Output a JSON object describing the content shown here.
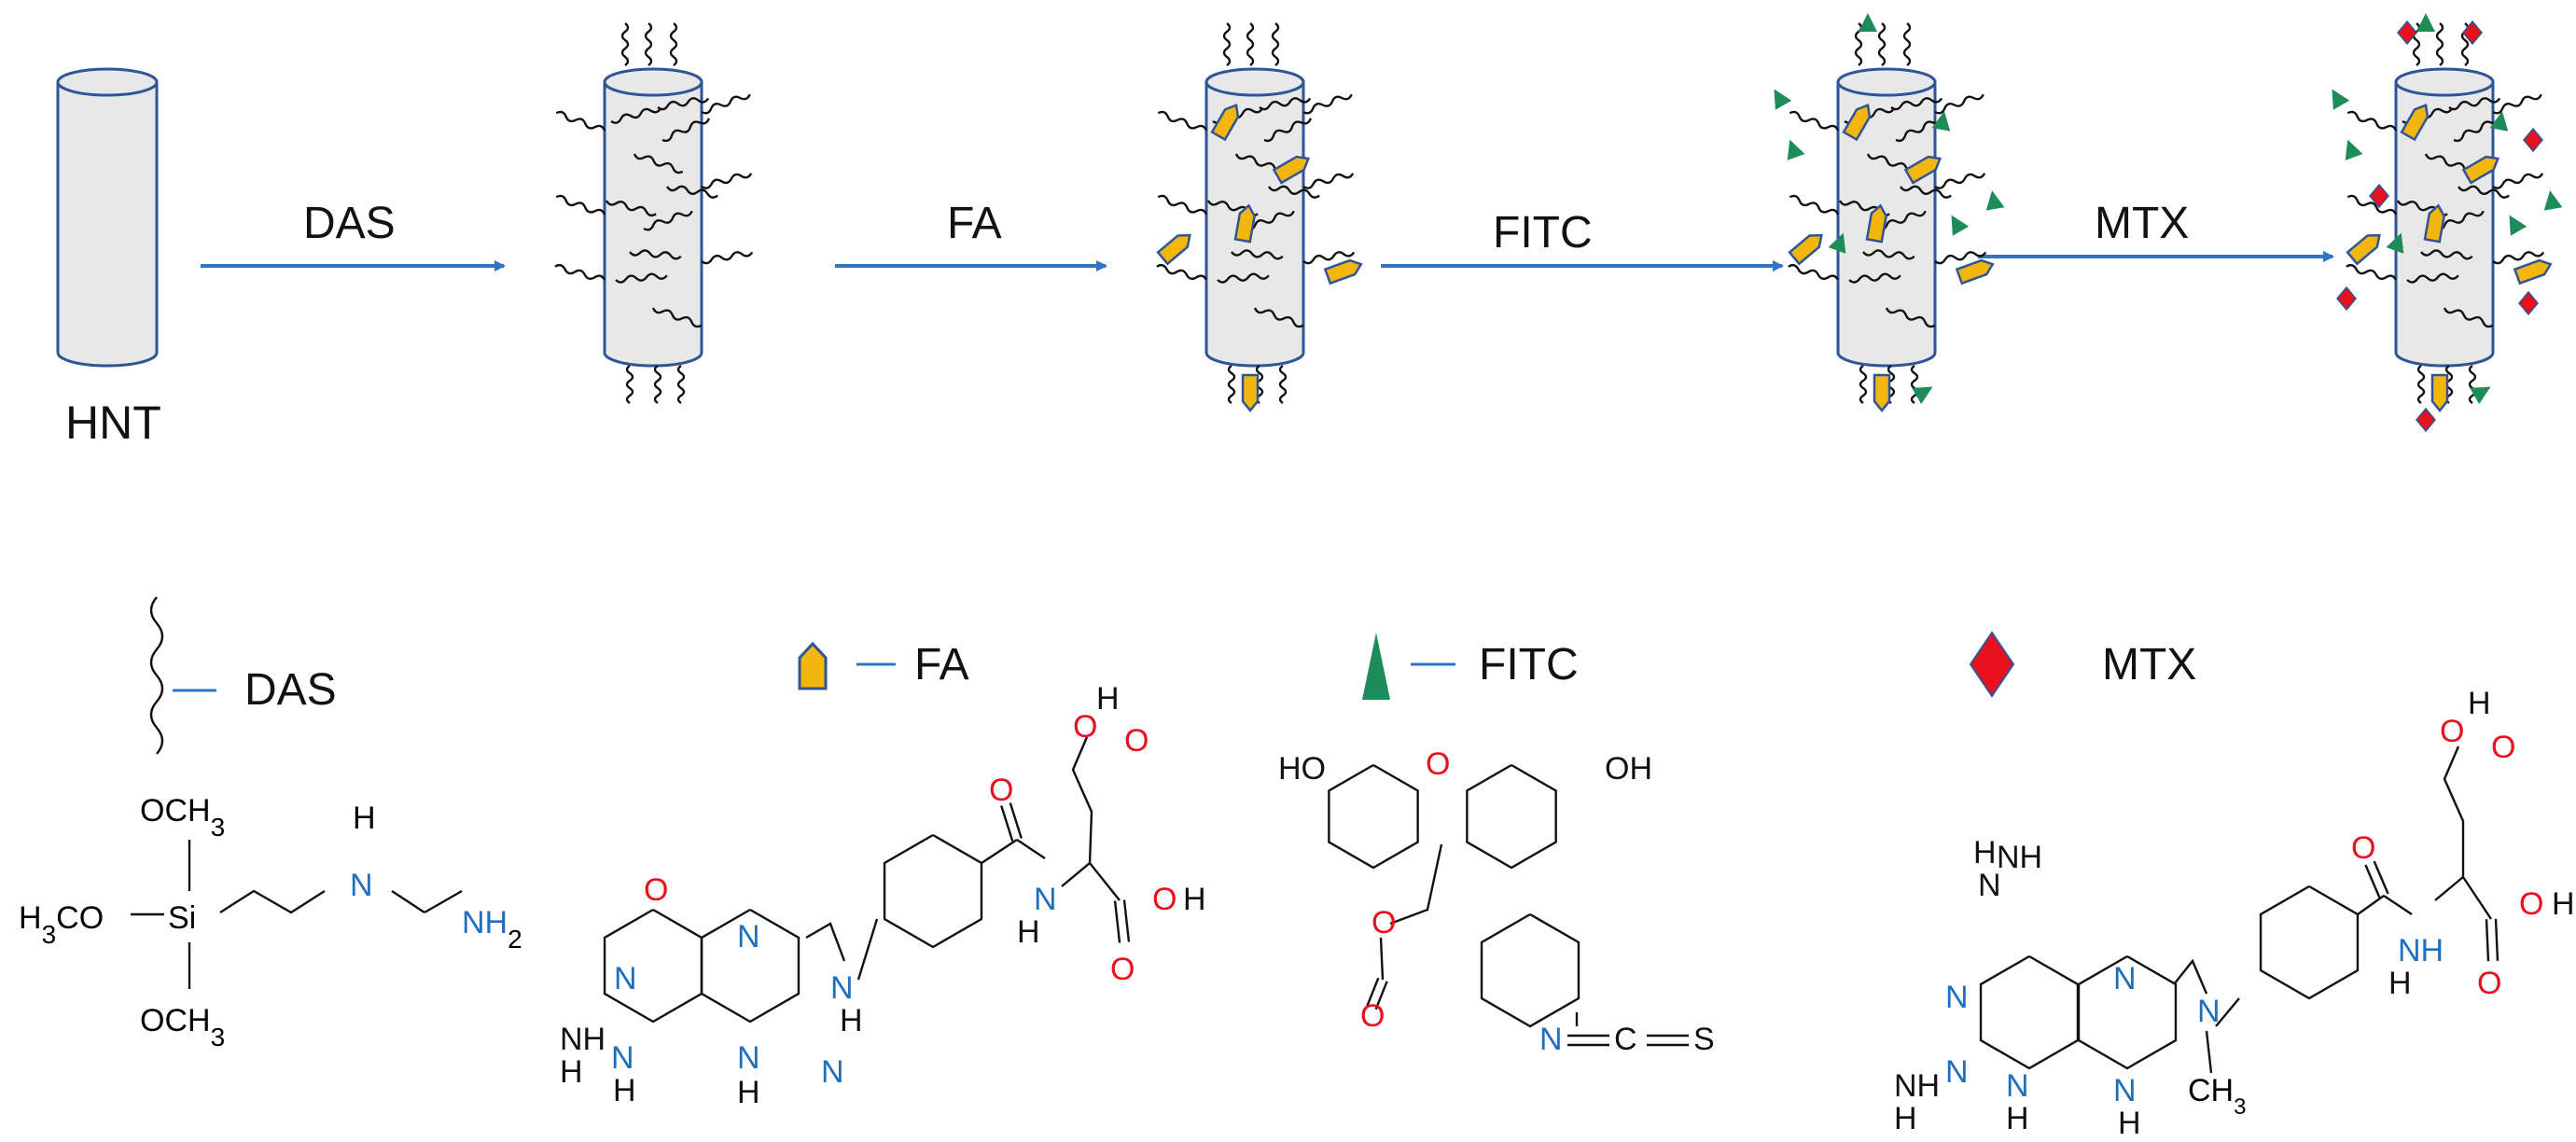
{
  "scheme": {
    "start_label": "HNT",
    "steps": [
      {
        "reagent": "DAS"
      },
      {
        "reagent": "FA"
      },
      {
        "reagent": "FITC"
      },
      {
        "reagent": "MTX"
      }
    ]
  },
  "legend": {
    "das": {
      "label": "DAS"
    },
    "fa": {
      "label": "FA"
    },
    "fitc": {
      "label": "FITC"
    },
    "mtx": {
      "label": "MTX"
    }
  },
  "colors": {
    "arrow": "#2e75c6",
    "tube_fill": "#e8e8e8",
    "tube_stroke": "#2f5597",
    "fa_fill": "#f2b60c",
    "fitc_fill": "#1e8c58",
    "mtx_fill": "#e8101c",
    "oxygen": "#e8101c",
    "nitrogen": "#1f6fc0"
  },
  "structures": {
    "das": {
      "och3_top": "OCH",
      "och3_bottom": "OCH",
      "sub3": "3",
      "h3co_h": "H",
      "h3co_sub": "3",
      "h3co_rest": "CO",
      "si": "Si",
      "nh": "N",
      "h": "H",
      "nh2": "NH",
      "sub2": "2"
    },
    "atoms": {
      "O": "O",
      "N": "N",
      "H": "H",
      "OH": "OH",
      "HO": "HO",
      "NH": "NH",
      "C": "C",
      "S": "S",
      "CH3": "CH",
      "sub3": "3"
    }
  }
}
